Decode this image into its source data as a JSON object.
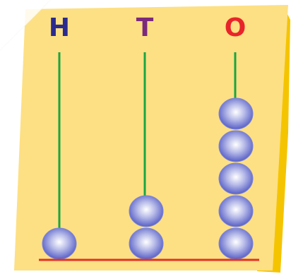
{
  "abacus": {
    "columns": [
      {
        "label": "H",
        "beads": 1,
        "color": "#2b2b8f"
      },
      {
        "label": "T",
        "beads": 2,
        "color": "#7b2a7d"
      },
      {
        "label": "O",
        "beads": 5,
        "color": "#e8242a"
      }
    ]
  },
  "colors": {
    "card": "#fde084",
    "card_shadow": "#f5c400",
    "rod": "#1aa542",
    "base": "#e33226",
    "bead": "#6d74d6"
  }
}
